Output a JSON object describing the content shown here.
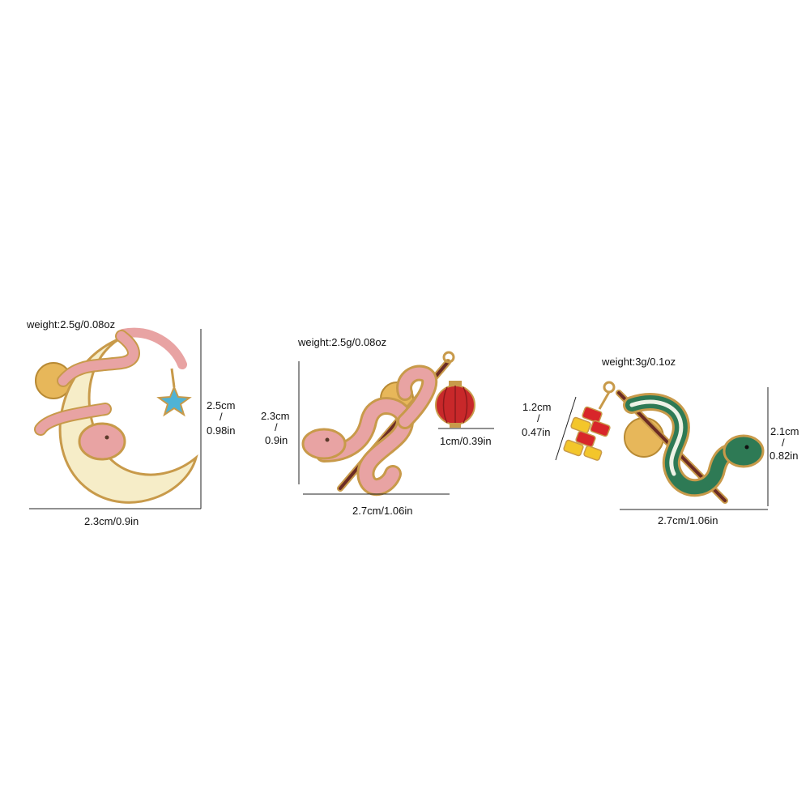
{
  "products": [
    {
      "weight": "weight:2.5g/0.08oz",
      "height_cm": "2.5cm",
      "height_sep": "/",
      "height_in": "0.98in",
      "width": "2.3cm/0.9in",
      "colors": {
        "moon": "#f6edc8",
        "snake": "#e8a3a3",
        "star": "#4fb3d6",
        "metal": "#c89a4a"
      }
    },
    {
      "weight": "weight:2.5g/0.08oz",
      "height_cm": "2.3cm",
      "height_sep": "/",
      "height_in": "0.9in",
      "width": "2.7cm/1.06in",
      "charm_width": "1cm/0.39in",
      "colors": {
        "snake": "#e8a3a3",
        "lantern": "#c8282a",
        "metal": "#c89a4a"
      }
    },
    {
      "weight": "weight:3g/0.1oz",
      "height_cm": "2.1cm",
      "height_sep": "/",
      "height_in": "0.82in",
      "width": "2.7cm/1.06in",
      "charm_cm": "1.2cm",
      "charm_sep": "/",
      "charm_in": "0.47in",
      "colors": {
        "snake": "#2e7a55",
        "firecracker_red": "#d8262a",
        "firecracker_yellow": "#f3c62b",
        "metal": "#c89a4a"
      }
    }
  ]
}
